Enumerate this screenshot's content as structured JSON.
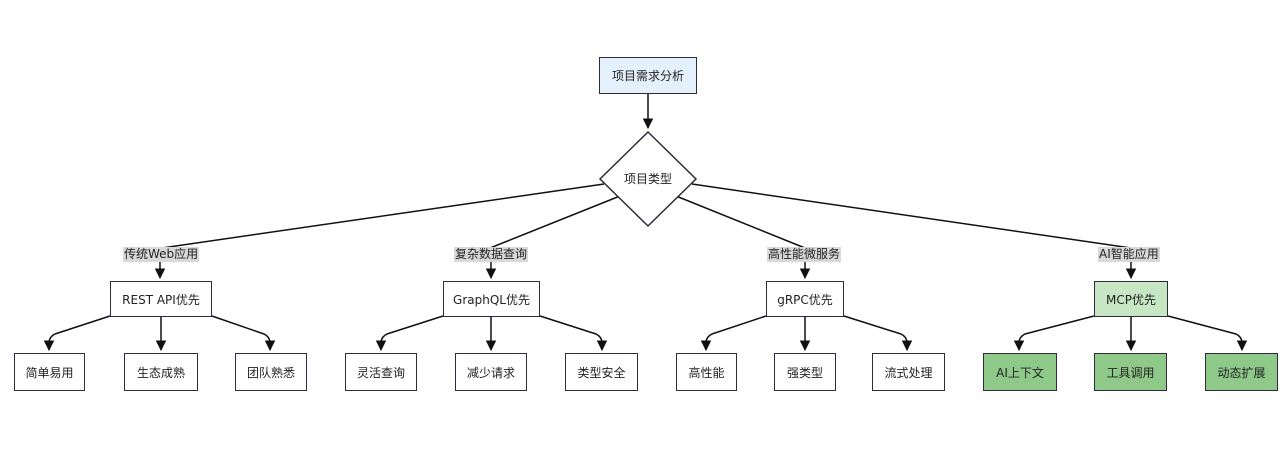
{
  "root": "项目需求分析",
  "decision": "项目类型",
  "branches": [
    {
      "edge_label": "传统Web应用",
      "node": "REST API优先",
      "leaves": [
        "简单易用",
        "生态成熟",
        "团队熟悉"
      ]
    },
    {
      "edge_label": "复杂数据查询",
      "node": "GraphQL优先",
      "leaves": [
        "灵活查询",
        "减少请求",
        "类型安全"
      ]
    },
    {
      "edge_label": "高性能微服务",
      "node": "gRPC优先",
      "leaves": [
        "高性能",
        "强类型",
        "流式处理"
      ]
    },
    {
      "edge_label": "AI智能应用",
      "node": "MCP优先",
      "leaves": [
        "AI上下文",
        "工具调用",
        "动态扩展"
      ]
    }
  ],
  "colors": {
    "root_fill": "#e4f0fb",
    "mcp_fill": "#c7e6c4",
    "ai_leaf_fill": "#8fc98a",
    "stroke": "#2c2c3a",
    "edge_label_bg": "#d9d9d9"
  }
}
